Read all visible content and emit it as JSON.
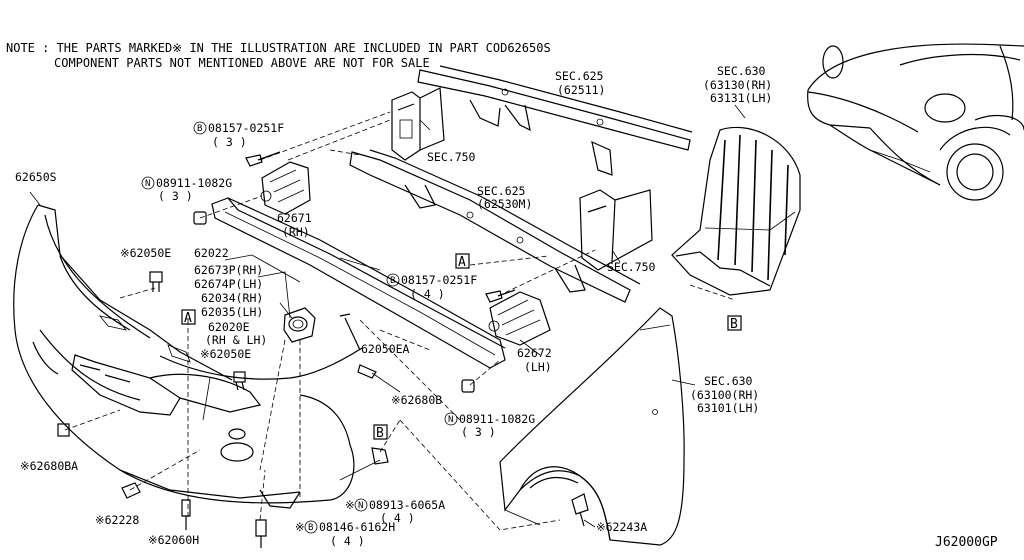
{
  "note": {
    "line1": "NOTE : THE PARTS MARKED※ IN THE ILLUSTRATION ARE INCLUDED IN PART COD62650S",
    "line2": "COMPONENT PARTS NOT MENTIONED ABOVE ARE NOT FOR SALE"
  },
  "ref_code": "J62000GP",
  "labels": {
    "l62650S": "62650S",
    "l08157a": "08157-0251F",
    "l08157a_q": "( 3 )",
    "l08911a": "08911-1082G",
    "l08911a_q": "( 3 )",
    "l62671": "62671",
    "l62671_s": "(RH)",
    "l62050E_a": "※62050E",
    "l62022": "62022",
    "l62673": "62673P(RH)",
    "l62674": "62674P(LH)",
    "l62034": "62034(RH)",
    "l62035": "62035(LH)",
    "l62020E": "62020E",
    "l62020E_s": "(RH & LH)",
    "l62050E_b": "※62050E",
    "l62050EA": "62050EA",
    "l62680B": "※62680B",
    "l08911b": "08911-1082G",
    "l08911b_q": "( 3 )",
    "l62672": "62672",
    "l62672_s": "(LH)",
    "l08157b": "08157-0251F",
    "l08157b_q": "( 4 )",
    "lsec750a": "SEC.750",
    "lsec750b": "SEC.750",
    "lsec625a": "SEC.625",
    "lsec625a_s": "(62511)",
    "lsec625b": "SEC.625",
    "lsec625b_s": "(62530M)",
    "lsec630a": "SEC.630",
    "lsec630a_s1": "(63130(RH)",
    "lsec630a_s2": "63131(LH)",
    "lsec630b": "SEC.630",
    "lsec630b_s1": "(63100(RH)",
    "lsec630b_s2": "63101(LH)",
    "l62680BA": "※62680BA",
    "l62228": "※62228",
    "l62060H": "※62060H",
    "l08146": "08146-6162H",
    "l08146_q": "( 4 )",
    "l08913": "08913-6065A",
    "l08913_q": "( 4 )",
    "l62243A": "※62243A",
    "boxA": "A",
    "boxB": "B",
    "sym_B": "B",
    "sym_N": "N",
    "star": "※"
  }
}
